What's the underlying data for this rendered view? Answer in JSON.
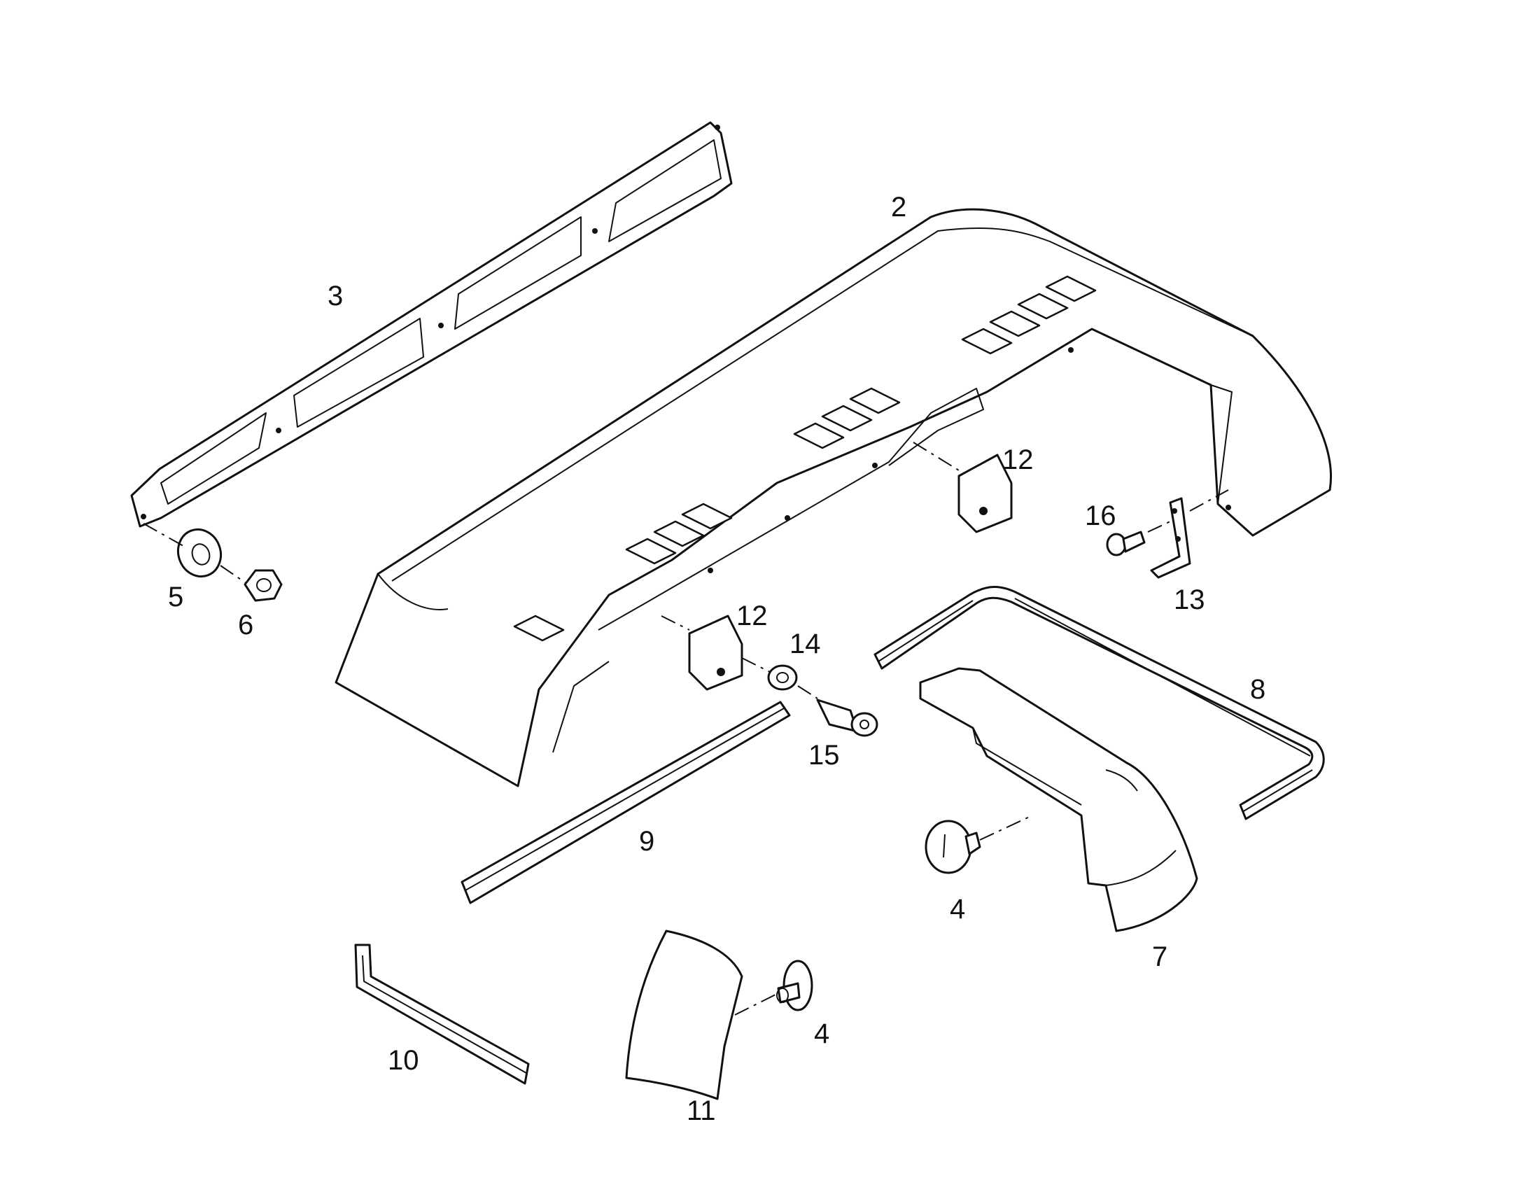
{
  "diagram": {
    "type": "exploded-parts-diagram",
    "callouts": {
      "c2": "2",
      "c3": "3",
      "c4a": "4",
      "c4b": "4",
      "c5": "5",
      "c6": "6",
      "c7": "7",
      "c8": "8",
      "c9": "9",
      "c10": "10",
      "c11": "11",
      "c12a": "12",
      "c12b": "12",
      "c13": "13",
      "c14": "14",
      "c15": "15",
      "c16": "16"
    }
  }
}
